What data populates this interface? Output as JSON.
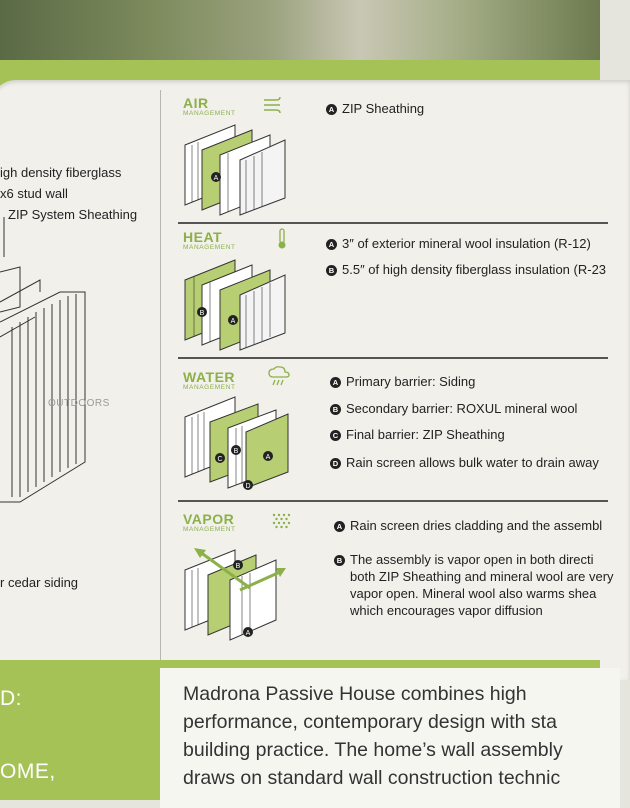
{
  "left": {
    "lines": [
      "igh density fiberglass",
      "x6 stud wall",
      "ZIP System Sheathing"
    ],
    "outdoors": "OUTDOORS",
    "siding": "r cedar siding",
    "bottom_lines": [
      "D:",
      "OME,"
    ]
  },
  "sections": [
    {
      "title": "AIR",
      "sub": "MANAGEMENT",
      "icon": "wind-icon",
      "items": [
        {
          "badge": "A",
          "text": "ZIP Sheathing"
        }
      ]
    },
    {
      "title": "HEAT",
      "sub": "MANAGEMENT",
      "icon": "thermometer-icon",
      "items": [
        {
          "badge": "A",
          "text": "3″ of exterior mineral wool insulation (R-12)"
        },
        {
          "badge": "B",
          "text": "5.5″ of high density fiberglass insulation (R-23"
        }
      ]
    },
    {
      "title": "WATER",
      "sub": "MANAGEMENT",
      "icon": "rain-cloud-icon",
      "items": [
        {
          "badge": "A",
          "text": "Primary barrier: Siding"
        },
        {
          "badge": "B",
          "text": "Secondary barrier: ROXUL mineral wool"
        },
        {
          "badge": "C",
          "text": "Final barrier: ZIP Sheathing"
        },
        {
          "badge": "D",
          "text": "Rain screen allows bulk water to drain away"
        }
      ]
    },
    {
      "title": "VAPOR",
      "sub": "MANAGEMENT",
      "icon": "dots-grid-icon",
      "items": [
        {
          "badge": "A",
          "text": "Rain screen dries cladding and the assembl"
        },
        {
          "badge": "B",
          "text": "The assembly is vapor open in both directi"
        }
      ],
      "extra_lines": [
        "both ZIP Sheathing and mineral wool are very",
        "vapor open. Mineral wool also warms shea",
        "which encourages vapor diffusion"
      ]
    }
  ],
  "bottom_text": "Madrona Passive House combines high performance, contemporary design with sta building practice. The home’s wall assembly draws on standard wall construction technic",
  "colors": {
    "accent": "#a5c256",
    "title": "#8cb04a"
  }
}
